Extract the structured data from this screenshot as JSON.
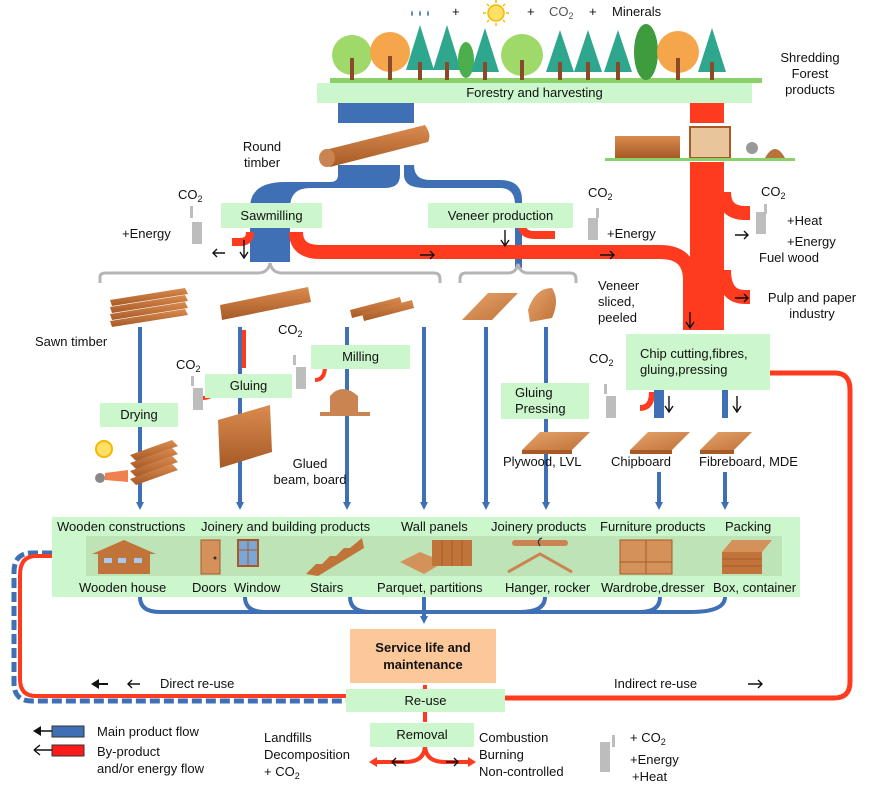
{
  "header": {
    "inputs": [
      "water",
      "sun",
      "CO2",
      "Minerals"
    ],
    "plus": "+",
    "co2": "CO",
    "co2_sub": "2",
    "minerals": "Minerals"
  },
  "stages": {
    "forestry": "Forestry and harvesting",
    "shredding": [
      "Shredding",
      "Forest",
      "products"
    ],
    "round_timber": [
      "Round",
      "timber"
    ],
    "sawmilling": "Sawmilling",
    "veneer_production": "Veneer production",
    "energy": "+Energy",
    "heat": "+Heat",
    "fuel_wood": "Fuel wood",
    "pulp_paper": [
      "Pulp and paper",
      "industry"
    ],
    "veneer_sliced": [
      "Veneer",
      "sliced,",
      "peeled"
    ],
    "sawn_timber": "Sawn timber",
    "milling": "Milling",
    "gluing": "Gluing",
    "drying": "Drying",
    "glued_beam": [
      "Glued",
      "beam, board"
    ],
    "gluing_pressing": [
      "Gluing",
      "Pressing"
    ],
    "chip_cutting": [
      "Chip cutting,fibres,",
      "gluing,pressing"
    ],
    "plywood": "Plywood, LVL",
    "chipboard": "Chipboard",
    "fibreboard": "Fibreboard, MDE"
  },
  "products": {
    "categories": [
      "Wooden constructions",
      "Joinery and building products",
      "Wall panels",
      "Joinery products",
      "Furniture products",
      "Packing"
    ],
    "items": [
      "Wooden house",
      "Doors",
      "Window",
      "Stairs",
      "Parquet, partitions",
      "Hanger, rocker",
      "Wardrobe,dresser",
      "Box, container"
    ]
  },
  "end_of_life": {
    "service": [
      "Service life and",
      "maintenance"
    ],
    "reuse": "Re-use",
    "removal": "Removal",
    "direct_reuse": "Direct re-use",
    "indirect_reuse": "Indirect re-use",
    "landfills": [
      "Landfills",
      "Decomposition",
      "+ CO"
    ],
    "combustion": [
      "Combustion",
      "Burning",
      "Non-controlled"
    ],
    "outputs": [
      "+ CO",
      "+Energy",
      "+Heat"
    ]
  },
  "legend": {
    "main_flow": "Main product flow",
    "byproduct": [
      "By-product",
      "and/or energy flow"
    ],
    "main_color": "#3f6fb5",
    "byproduct_color": "#ff3b1f"
  },
  "colors": {
    "blue": "#3f6fb5",
    "red": "#ff3b1f",
    "label_green": "#ccf7cc",
    "service_orange": "#fcc89a",
    "wood": "#c0743a",
    "bracket": "#b5b5b5"
  }
}
